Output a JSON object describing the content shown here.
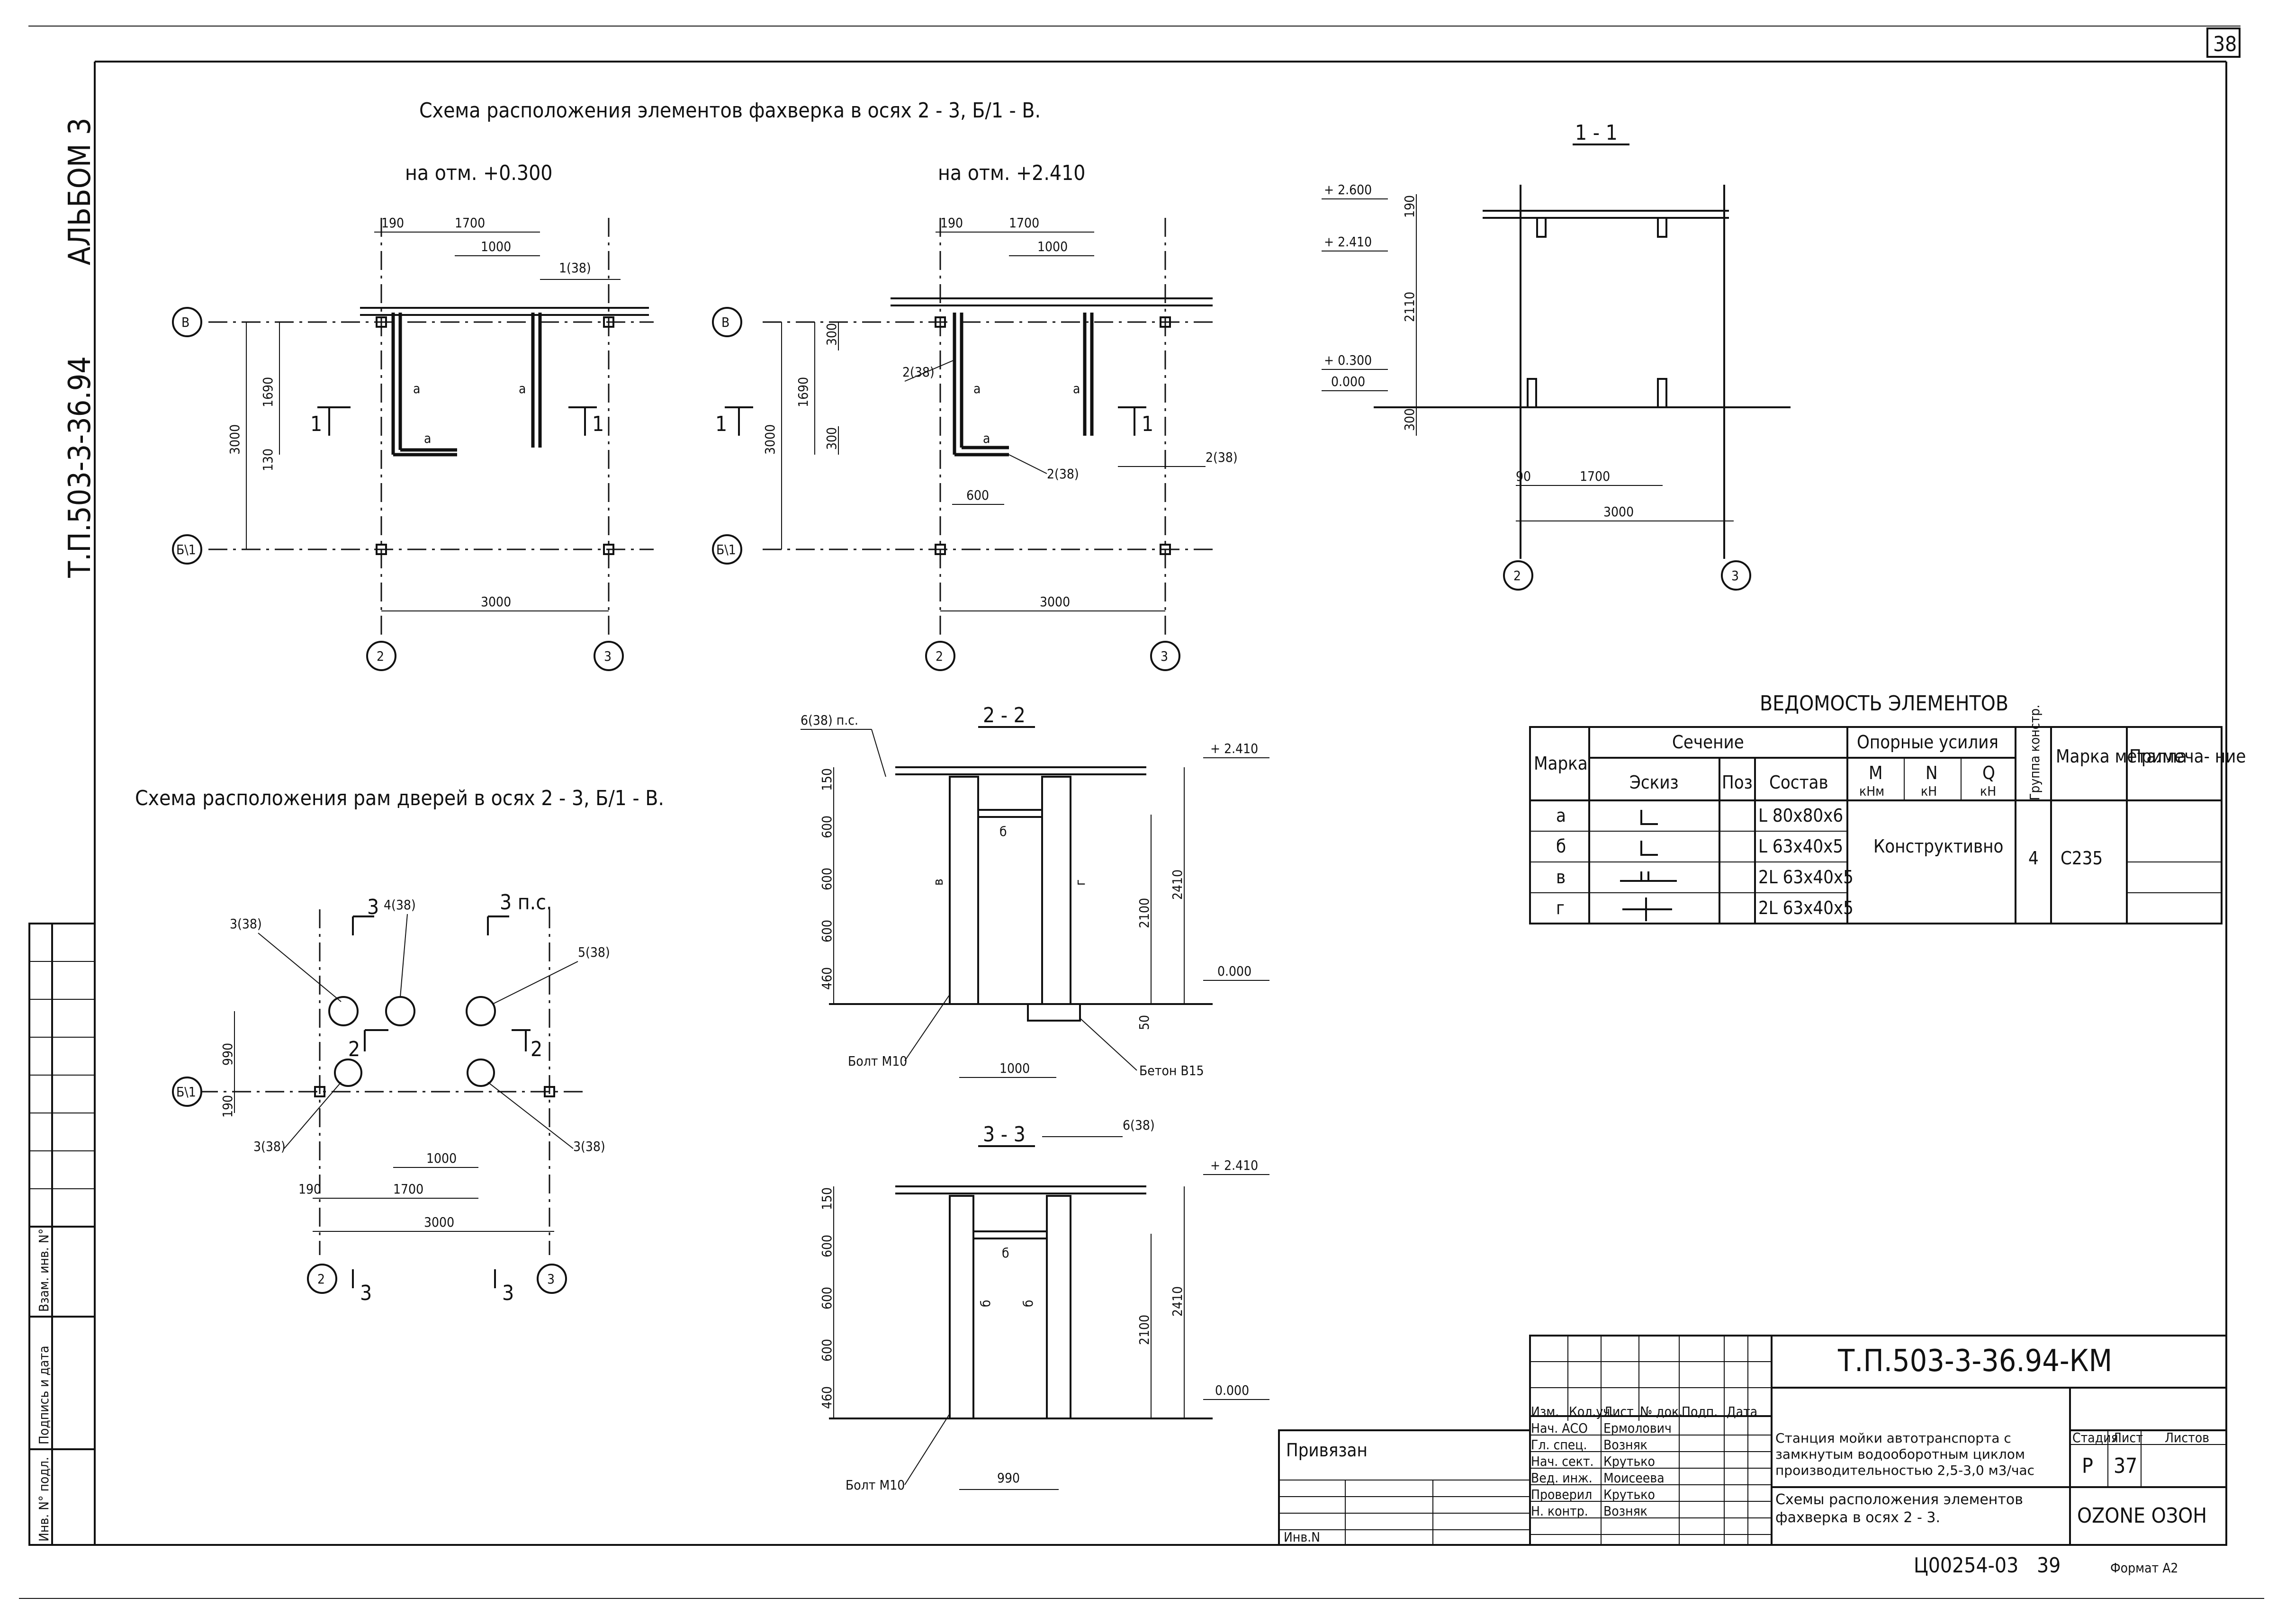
{
  "sheet": {
    "number": "38",
    "album": "АЛЬБОМ 3",
    "project_code_side": "Т.П.503-3-36.94",
    "bottom_handwritten": "Ц00254-03",
    "bottom_page": "39",
    "format": "Формат А2"
  },
  "plan": {
    "title": "Схема расположения элементов фахверка в осях 2 - 3, Б/1 - В.",
    "sub_left": "на отм. +0.300",
    "sub_right": "на отм. +2.410",
    "dim_190": "190",
    "dim_1700": "1700",
    "dim_1000": "1000",
    "dim_3000": "3000",
    "dim_1690": "1690",
    "dim_130": "130",
    "dim_300": "300",
    "dim_600": "600",
    "ref_1_38": "1(38)",
    "ref_2_38": "2(38)",
    "mark_a": "а",
    "cut_1": "1",
    "axis_V": "В",
    "axis_B1": "Б\\1",
    "axis_2": "2",
    "axis_3": "3"
  },
  "section11": {
    "title": "1 - 1",
    "lev_2600": "+ 2.600",
    "lev_2410": "+ 2.410",
    "lev_0300": "+ 0.300",
    "lev_0000": "0.000",
    "dim_190": "190",
    "dim_2110": "2110",
    "dim_300": "300",
    "dim_90": "90",
    "dim_1700": "1700",
    "dim_3000": "3000"
  },
  "doors": {
    "title": "Схема расположения рам дверей в осях 2 - 3, Б/1 - В.",
    "cut_3": "3",
    "cut_3ps": "3 п.с.",
    "cut_2": "2",
    "ref_3_38": "3(38)",
    "ref_4_38": "4(38)",
    "ref_5_38": "5(38)",
    "dim_990": "990",
    "dim_190": "190",
    "dim_1000": "1000",
    "dim_1700": "1700",
    "dim_3000": "3000"
  },
  "section22": {
    "title": "2 - 2",
    "ref": "6(38) п.с.",
    "lev_top": "+ 2.410",
    "lev_zero": "0.000",
    "dim_150": "150",
    "dim_600": "600",
    "dim_460": "460",
    "dim_2100": "2100",
    "dim_2410": "2410",
    "dim_50": "50",
    "dim_1000": "1000",
    "mark_b": "б",
    "mark_v": "в",
    "mark_g": "г",
    "bolt": "Болт М10",
    "concrete": "Бетон В15"
  },
  "section33": {
    "title": "3 - 3",
    "ref": "6(38)",
    "lev_top": "+ 2.410",
    "lev_zero": "0.000",
    "dim_990": "990",
    "bolt": "Болт М10"
  },
  "table": {
    "title": "ВЕДОМОСТЬ ЭЛЕМЕНТОВ",
    "h_marka": "Марка",
    "h_sechenie": "Сечение",
    "h_eskiz": "Эскиз",
    "h_poz": "Поз",
    "h_sostav": "Состав",
    "h_opornye": "Опорные усилия",
    "h_m": "М",
    "h_m_unit": "кНм",
    "h_n": "N",
    "h_n_unit": "кН",
    "h_q": "Q",
    "h_q_unit": "кН",
    "h_gruppa": "Группа констр.",
    "h_marka_met": "Марка металла",
    "h_prim": "Примеча- ние",
    "rows": [
      {
        "marka": "а",
        "sostav": "L 80х80х6"
      },
      {
        "marka": "б",
        "sostav": "L 63х40х5"
      },
      {
        "marka": "в",
        "sostav": "2L 63х40х5"
      },
      {
        "marka": "г",
        "sostav": "2L 63х40х5"
      }
    ],
    "konstr": "Конструктивно",
    "gruppa": "4",
    "stal": "С235"
  },
  "titleblock": {
    "code": "Т.П.503-3-36.94-КМ",
    "project": "Станция мойки автотранспорта с замкнутым водооборотным циклом производительностью 2,5-3,0 м3/час",
    "drawing": "Схемы расположения элементов фахверка в осях 2 - 3.",
    "h_izm": "Изм.",
    "h_koluch": "Кол.уч.",
    "h_list": "Лист",
    "h_ndok": "№ док.",
    "h_podp": "Подп.",
    "h_data": "Дата",
    "roles": [
      {
        "role": "Нач. АСО",
        "name": "Ермолович"
      },
      {
        "role": "Гл. спец.",
        "name": "Возняк"
      },
      {
        "role": "Нач. сект.",
        "name": "Крутько"
      },
      {
        "role": "Вед. инж.",
        "name": "Моисеева"
      },
      {
        "role": "Проверил",
        "name": "Крутько"
      },
      {
        "role": "Н. контр.",
        "name": "Возняк"
      }
    ],
    "h_stadiya": "Стадия",
    "h_list2": "Лист",
    "h_listov": "Листов",
    "stadiya": "Р",
    "list": "37",
    "listov": "",
    "org": "OZONE ОЗОН",
    "privyazan": "Привязан",
    "inv": "Инв.N"
  },
  "sidestamp": {
    "inv_podl": "Инв. N° подл.",
    "podpis": "Подпись и дата",
    "vzam": "Взам. инв. N°"
  }
}
